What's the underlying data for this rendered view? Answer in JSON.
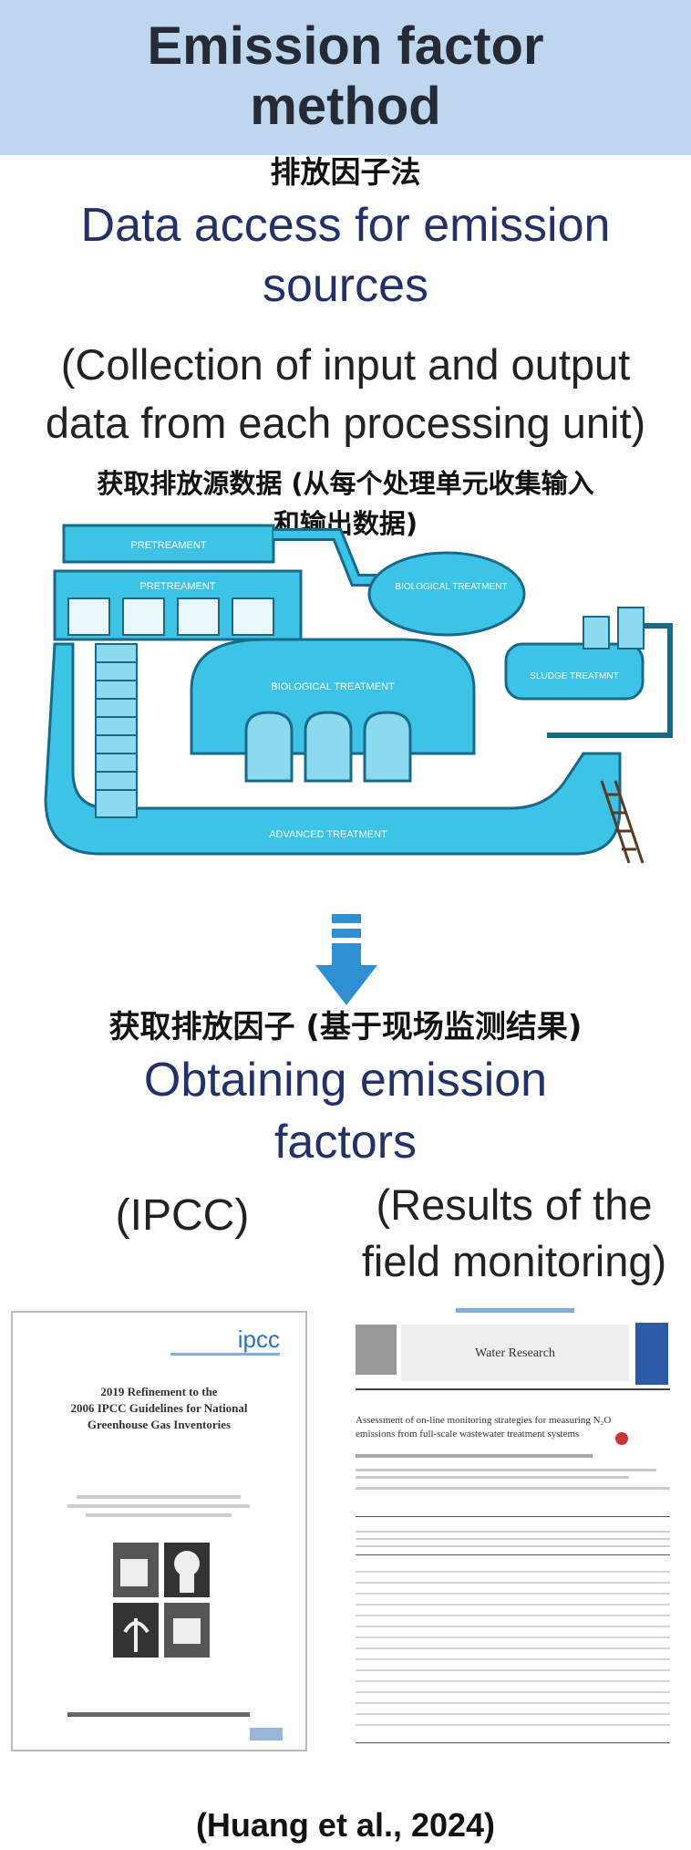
{
  "header": {
    "title_line1": "Emission factor",
    "title_line2": "method",
    "subtitle_cn": "排放因子法"
  },
  "step1": {
    "title_line1": "Data access for  emission",
    "title_line2": "sources",
    "desc_line1": "(Collection of input and output",
    "desc_line2": "data from each processing unit)",
    "cn_line1": "获取排放源数据 (从每个处理单元收集输入",
    "cn_line2": "和输出数据)"
  },
  "plant_labels": {
    "pretreament_top": "PRETREAMENT",
    "pretreament": "PRETREAMENT",
    "biological_top": "BIOLOGICAL TREATMENT",
    "biological_main": "BIOLOGICAL TREATMENT",
    "sludge": "SLUDGE TREATMNT",
    "advanced": "ADVANCED TREATMENT"
  },
  "step2": {
    "cn": "获取排放因子 (基于现场监测结果)",
    "title_line1": "Obtaining emission",
    "title_line2": "factors",
    "ipcc": "(IPCC)",
    "field_line1": "(Results of the",
    "field_line2": "field monitoring)"
  },
  "ipcc_doc": {
    "logo": "ipcc",
    "title_line1": "2019 Refinement to the",
    "title_line2": "2006 IPCC Guidelines for National",
    "title_line3": "Greenhouse Gas Inventories"
  },
  "paper": {
    "journal": "Water Research",
    "title_line1": "Assessment of on-line monitoring strategies for measuring N₂O",
    "title_line2": "emissions from full-scale wastewater treatment systems"
  },
  "citation": "(Huang et al., 2024)",
  "colors": {
    "header_band": "#bed7ee",
    "water": "#3cc3e6",
    "water_dark": "#1a8fb5",
    "arrow": "#2e8fd3",
    "title_blue": "#243069"
  }
}
